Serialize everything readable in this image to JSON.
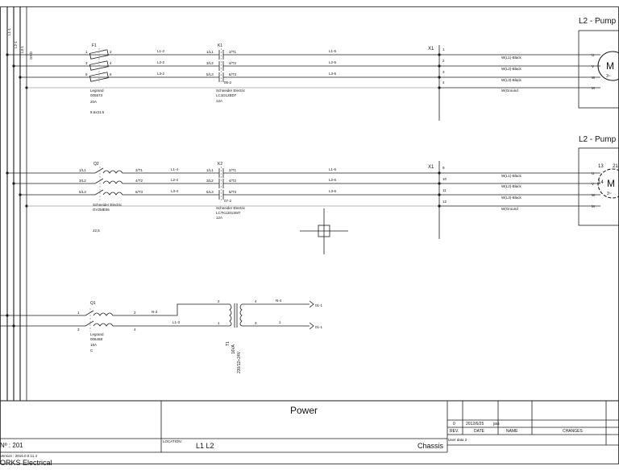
{
  "buses": [
    "L1-1",
    "L2-1",
    "L3-1",
    "GND"
  ],
  "circuit1": {
    "fuse": {
      "tag": "F1",
      "mfr": "Legrand",
      "part": "005573",
      "rating": "20A",
      "size": "8.5x31.5"
    },
    "contactor": {
      "tag": "K1",
      "mfr": "Schneider Electric",
      "part": "LC1D12BD7",
      "rating": "12A",
      "sub": "05-2"
    },
    "wire_in": [
      "L1-2",
      "L2-2",
      "L3-2"
    ],
    "wire_out": [
      "L1-5",
      "L2-5",
      "L3-5"
    ],
    "fuse_pins": [
      [
        "1",
        "2"
      ],
      [
        "3",
        "4"
      ],
      [
        "5",
        "6"
      ]
    ],
    "k_pins_l": [
      "1/L1",
      "3/L2",
      "5/L3"
    ],
    "k_pins_r": [
      "2/T1",
      "4/T2",
      "6/T3"
    ],
    "terminal": "X1",
    "terminals": [
      "1",
      "2",
      "3",
      "4"
    ],
    "motor_wires": [
      "W(L1)-Black",
      "W(L2)-Black",
      "W(L3)-Black",
      "W(Ground"
    ],
    "motor_title": "L2 - Pump",
    "motor_pins": [
      "U",
      "V",
      "W",
      "M"
    ],
    "motor_symbol": "M",
    "motor_phase": "3~"
  },
  "circuit2": {
    "breaker": {
      "tag": "Q2",
      "mfr": "Schneider Electric",
      "part": "GV2ME06",
      "rating": "22,5"
    },
    "contactor": {
      "tag": "K2",
      "mfr": "Schneider Electric",
      "part": "LC7K1201SM7",
      "rating": "12A",
      "sub": "07-2"
    },
    "q_pins_l": [
      "1/L1",
      "3/L2",
      "5/L3"
    ],
    "q_pins_r": [
      "2/T1",
      "4/T2",
      "6/T3"
    ],
    "wire_mid": [
      "L1-4",
      "L2-4",
      "L3-4"
    ],
    "k_pins_l": [
      "1/L1",
      "3/L2",
      "5/L3"
    ],
    "k_pins_r": [
      "2/T1",
      "4/T2",
      "6/T3"
    ],
    "wire_out": [
      "L1-6",
      "L2-6",
      "L3-6"
    ],
    "terminal": "X1",
    "terminals": [
      "9",
      "10",
      "11",
      "12"
    ],
    "motor_wires": [
      "W(L1)-Black",
      "W(L2)-Black",
      "W(L3)-Black",
      "W(Ground"
    ],
    "motor_title": "L2 - Pump",
    "motor_pins": [
      "U",
      "V",
      "W",
      "M"
    ],
    "motor_symbol": "M",
    "motor_phase": "3~",
    "motor_nums": [
      "13",
      "14",
      "21"
    ]
  },
  "circuit3": {
    "breaker": {
      "tag": "Q1",
      "mfr": "Legrand",
      "part": "006468",
      "rating": "16A",
      "curve": "C"
    },
    "pins": [
      "1",
      "2",
      "3",
      "4"
    ],
    "wire_top": "N-3",
    "wire_bot": "L1-3",
    "transformer": {
      "tag": "T1",
      "rating": "16VA",
      "voltage": "230/12+24V"
    },
    "t_pins": [
      "2",
      "1",
      "4",
      "3"
    ],
    "out_top_wire": "N-4",
    "out_top_node": "01-1",
    "out_bot_wire": "1",
    "out_bot_node": "01-1"
  },
  "title_block": {
    "sheet_title": "Power",
    "rev": "0",
    "date": "2012/6/25",
    "author": "javi",
    "col_rev": "REV.",
    "col_date": "DATE",
    "col_name": "NAME",
    "col_changes": "CHANGES",
    "user_date": "User data 2",
    "page_no": "Nº : 201",
    "location_label": "LOCATION:",
    "location": "L1 L2",
    "chassis": "Chassis",
    "version": "Version : 2016.0.0.11.4",
    "company": "ORKS Electrical"
  }
}
